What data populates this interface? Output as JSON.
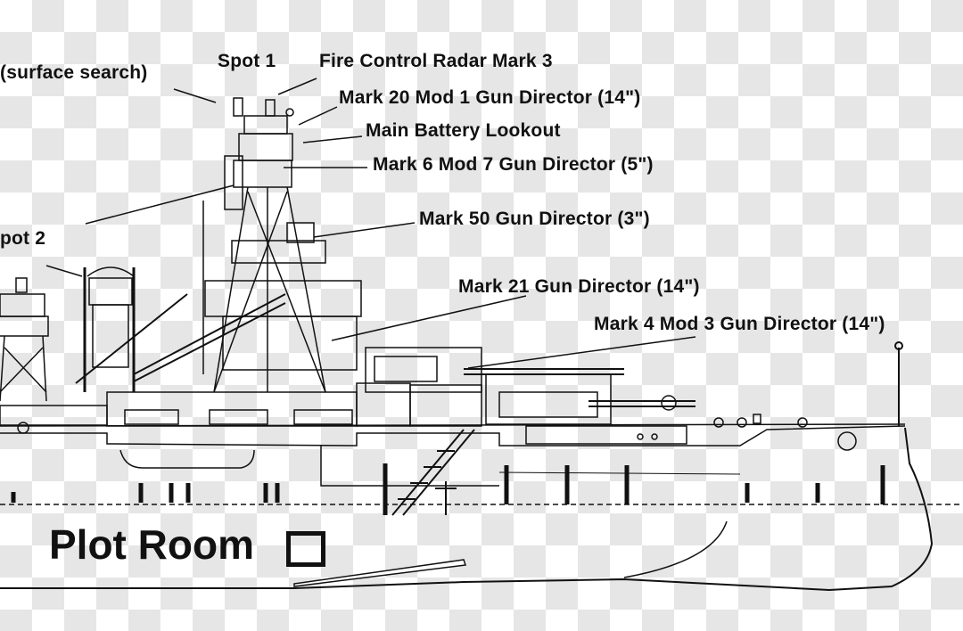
{
  "labels": {
    "surface_search": "(surface search)",
    "spot1": "Spot 1",
    "fire_control_radar": "Fire Control Radar Mark 3",
    "mark20": "Mark 20 Mod 1 Gun Director (14\")",
    "main_battery_lookout": "Main Battery Lookout",
    "mark6": "Mark 6 Mod 7 Gun Director (5\")",
    "mark50": "Mark 50 Gun Director (3\")",
    "spot2": "pot 2",
    "mark21": "Mark 21 Gun Director (14\")",
    "mark4": "Mark 4 Mod 3 Gun Director (14\")",
    "plot_room": "Plot Room"
  },
  "colors": {
    "line": "#111111",
    "checker": "#e6e6e6",
    "background": "#ffffff"
  }
}
